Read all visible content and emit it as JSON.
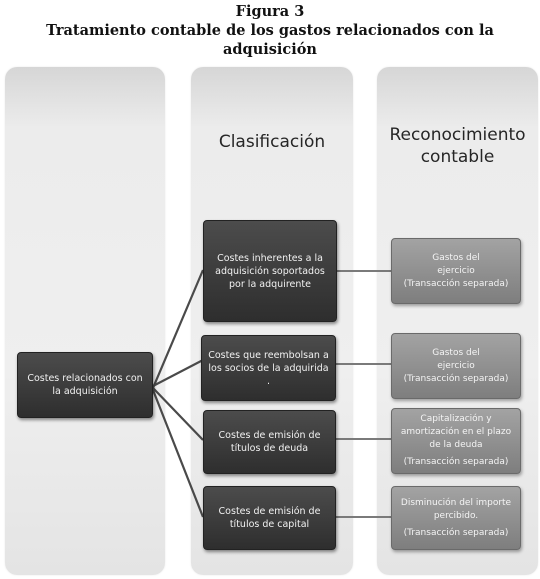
{
  "figure": {
    "number": "Figura 3",
    "title": "Tratamiento contable de los gastos relacionados con la adquisición"
  },
  "columns": {
    "classification_title": "Clasificación",
    "recognition_title_line1": "Reconocimiento",
    "recognition_title_line2": "contable"
  },
  "root": {
    "label": "Costes relacionados con la adquisición"
  },
  "categories": [
    {
      "label": "Costes inherentes a la adquisición soportados por la adquirente",
      "treatment": [
        "Gastos del",
        "ejercicio",
        "(Transacción separada)"
      ]
    },
    {
      "label": "Costes que reembolsan  a los socios de la adquirida .",
      "treatment": [
        "Gastos del",
        "ejercicio",
        "(Transacción separada)"
      ]
    },
    {
      "label": "Costes de emisión de títulos de deuda",
      "treatment": [
        "Capitalización y amortización en el plazo de la deuda",
        "(Transacción separada)"
      ]
    },
    {
      "label": "Costes de emisión de títulos de capital",
      "treatment": [
        "Disminución del  importe percibido.",
        "(Transacción separada)"
      ]
    }
  ]
}
